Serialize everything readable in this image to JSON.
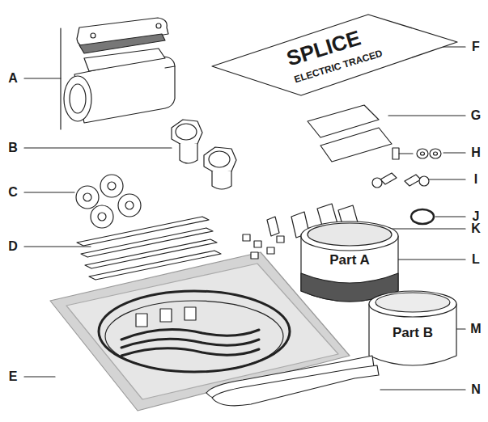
{
  "diagram": {
    "labels": [
      "A",
      "B",
      "C",
      "D",
      "E",
      "F",
      "G",
      "H",
      "I",
      "J",
      "K",
      "L",
      "M",
      "N",
      "SPLICE",
      "ELECTRIC TRACED",
      "Part A",
      "Part B"
    ]
  }
}
